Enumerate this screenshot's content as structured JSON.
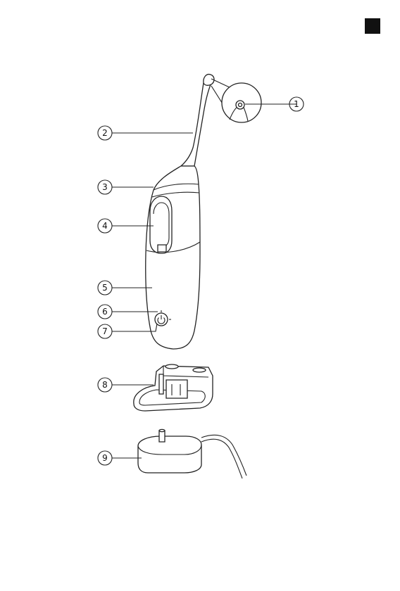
{
  "callouts": [
    {
      "num": "1"
    },
    {
      "num": "2"
    },
    {
      "num": "3"
    },
    {
      "num": "4"
    },
    {
      "num": "5"
    },
    {
      "num": "6"
    },
    {
      "num": "7"
    },
    {
      "num": "8"
    },
    {
      "num": "9"
    }
  ],
  "colors": {
    "line": "#222222",
    "background": "#ffffff",
    "marker": "#111111"
  },
  "icons": [
    "power-icon"
  ]
}
